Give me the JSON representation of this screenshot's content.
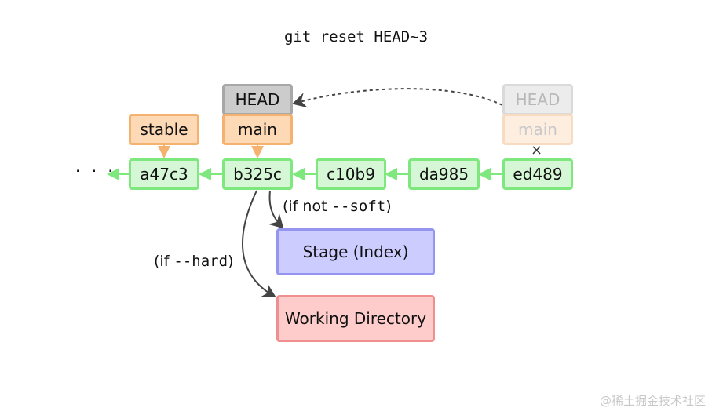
{
  "title": "git reset HEAD~3",
  "ellipsis": "· · ·",
  "commits": [
    "a47c3",
    "b325c",
    "c10b9",
    "da985",
    "ed489"
  ],
  "refs": {
    "stable": "stable",
    "main": "main",
    "head": "HEAD",
    "old_head": "HEAD",
    "old_main": "main"
  },
  "areas": {
    "stage": "Stage (Index)",
    "working_directory": "Working Directory"
  },
  "conditions": {
    "not_soft_prefix": "(if not ",
    "not_soft_flag": "--soft",
    "not_soft_suffix": ")",
    "hard_prefix": "(if ",
    "hard_flag": "--hard",
    "hard_suffix": ")"
  },
  "removed_marker": "×",
  "watermark": "@稀土掘金技术社区",
  "colors": {
    "commit_fill": "#d6f7d6",
    "commit_border": "#7ee87e",
    "branch_fill": "#fdd9b5",
    "branch_border": "#f5b26e",
    "head_fill": "#cccccc",
    "stage_fill": "#ccccff",
    "workdir_fill": "#ffcccc"
  }
}
